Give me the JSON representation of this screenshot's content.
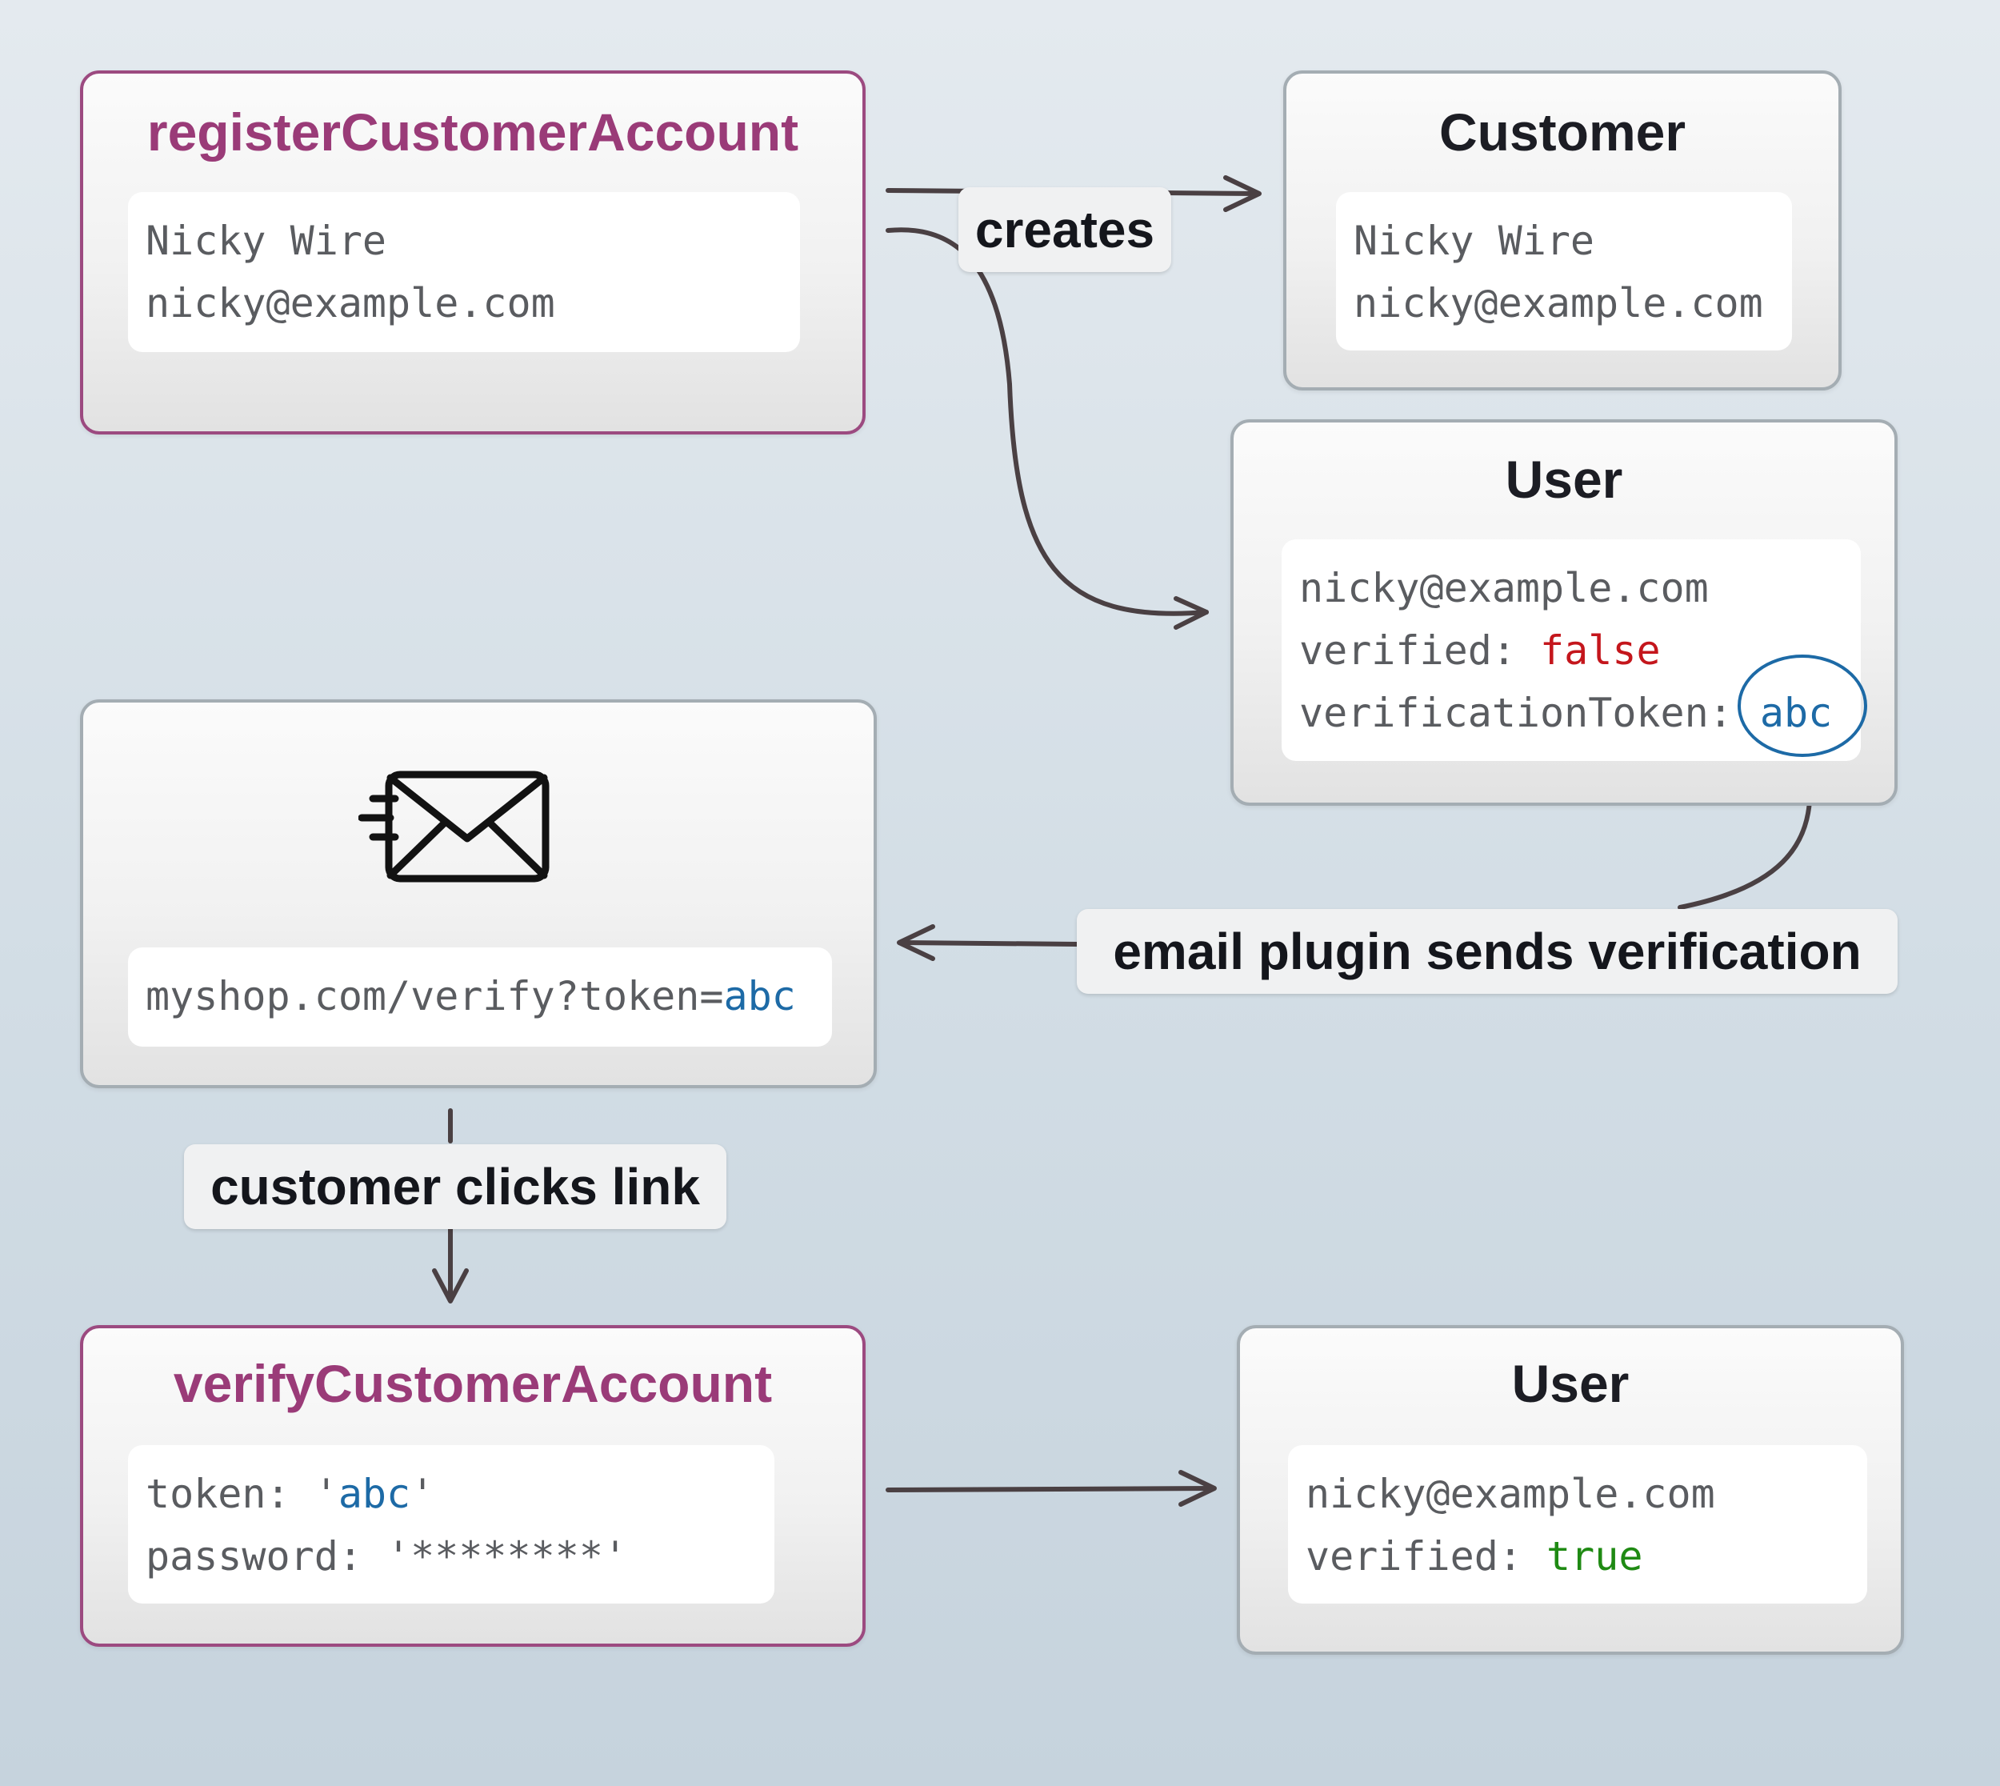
{
  "register": {
    "title": "registerCustomerAccount",
    "lines": [
      "Nicky Wire",
      "nicky@example.com"
    ]
  },
  "customer": {
    "title": "Customer",
    "lines": [
      "Nicky Wire",
      "nicky@example.com"
    ]
  },
  "user_unverified": {
    "title": "User",
    "email": "nicky@example.com",
    "verified_key": "verified: ",
    "verified_value": "false",
    "token_key": "verificationToken:",
    "token_value": "abc"
  },
  "email_box": {
    "icon": "email-send-icon",
    "link_prefix": "myshop.com/verify?token=",
    "link_token": "abc"
  },
  "verify": {
    "title": "verifyCustomerAccount",
    "token_key": "token: ",
    "token_quote_open": "'",
    "token_value": "abc",
    "token_quote_close": "'",
    "password_line": "password: '********'"
  },
  "user_verified": {
    "title": "User",
    "email": "nicky@example.com",
    "verified_key": "verified: ",
    "verified_value": "true"
  },
  "edges": {
    "creates": "creates",
    "email_sends": "email plugin sends verification",
    "clicks": "customer clicks link"
  },
  "colors": {
    "mutation_title": "#9a3b78",
    "mutation_border": "#9c4a80",
    "value_blue": "#1d6aa6",
    "value_false": "#c4161c",
    "value_true": "#1f8a13",
    "arrow": "#4a4043"
  }
}
